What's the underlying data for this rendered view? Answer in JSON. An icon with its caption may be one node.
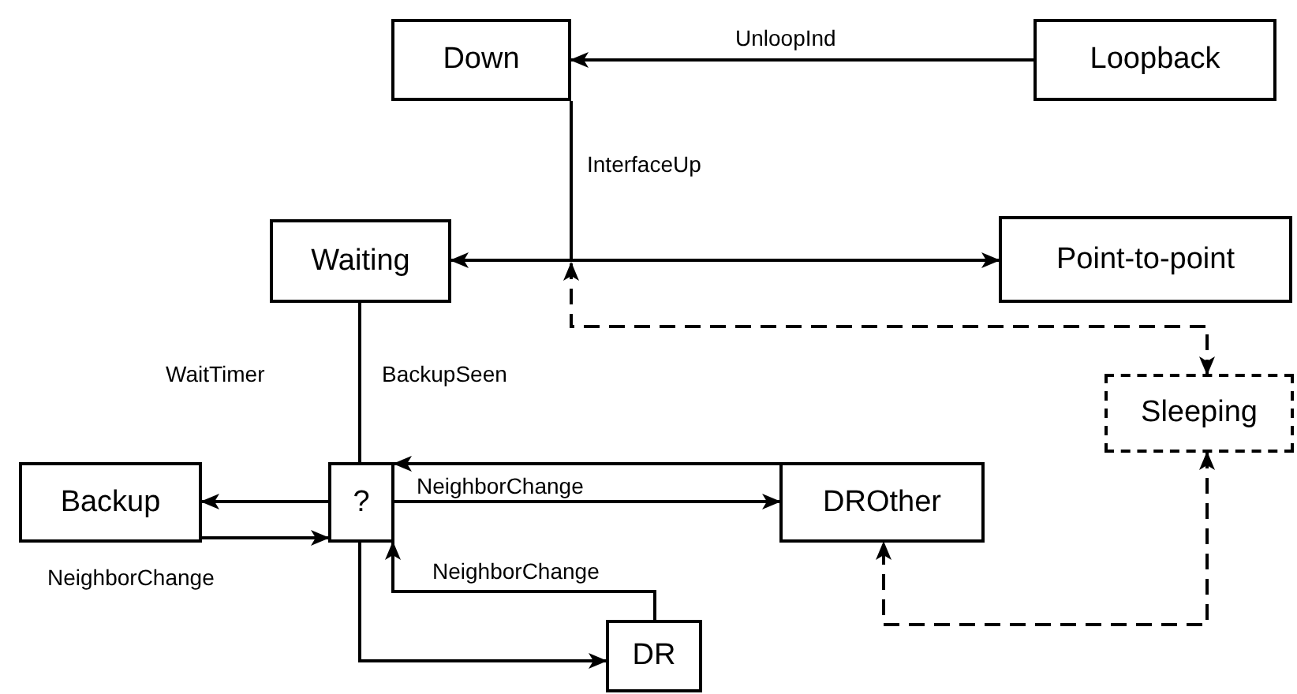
{
  "diagram": {
    "nodes": [
      {
        "text": [
          "Down"
        ]
      },
      {
        "text": [
          "Loopback"
        ]
      },
      {
        "text": [
          "Waiting"
        ]
      },
      {
        "text": [
          "Point-to-point"
        ]
      },
      {
        "text": [
          "Sleeping"
        ]
      },
      {
        "text": [
          "Backup"
        ]
      },
      {
        "text": [
          "?"
        ]
      },
      {
        "text": [
          "DROther"
        ]
      },
      {
        "text": [
          "DR"
        ]
      }
    ],
    "edges": [
      {
        "from": 1,
        "to": 0,
        "arrow": "to",
        "label": "UnloopInd"
      },
      {
        "from": 0,
        "to": 2,
        "arrow": "to",
        "label": "InterfaceUp"
      },
      {
        "from": 0,
        "to": 3,
        "arrow": "to"
      },
      {
        "from": null,
        "to": 4,
        "arrow": "both",
        "style": "dashed"
      },
      {
        "from": 2,
        "to": 6,
        "arrow": "none"
      },
      {
        "from": 6,
        "to": 5,
        "arrow": "to"
      },
      {
        "from": 5,
        "to": 6,
        "arrow": "to",
        "label": "NeighborChange"
      },
      {
        "from": 6,
        "to": 7,
        "arrow": "to",
        "label": "NeighborChange"
      },
      {
        "from": 7,
        "to": 6,
        "arrow": "to"
      },
      {
        "from": 8,
        "to": 6,
        "arrow": "to",
        "label": "NeighborChange"
      },
      {
        "from": 6,
        "to": 8,
        "arrow": "to"
      },
      {
        "from": 4,
        "to": 7,
        "arrow": "both",
        "style": "dashed"
      }
    ],
    "labels": [
      "WaitTimer",
      "BackupSeen"
    ]
  }
}
